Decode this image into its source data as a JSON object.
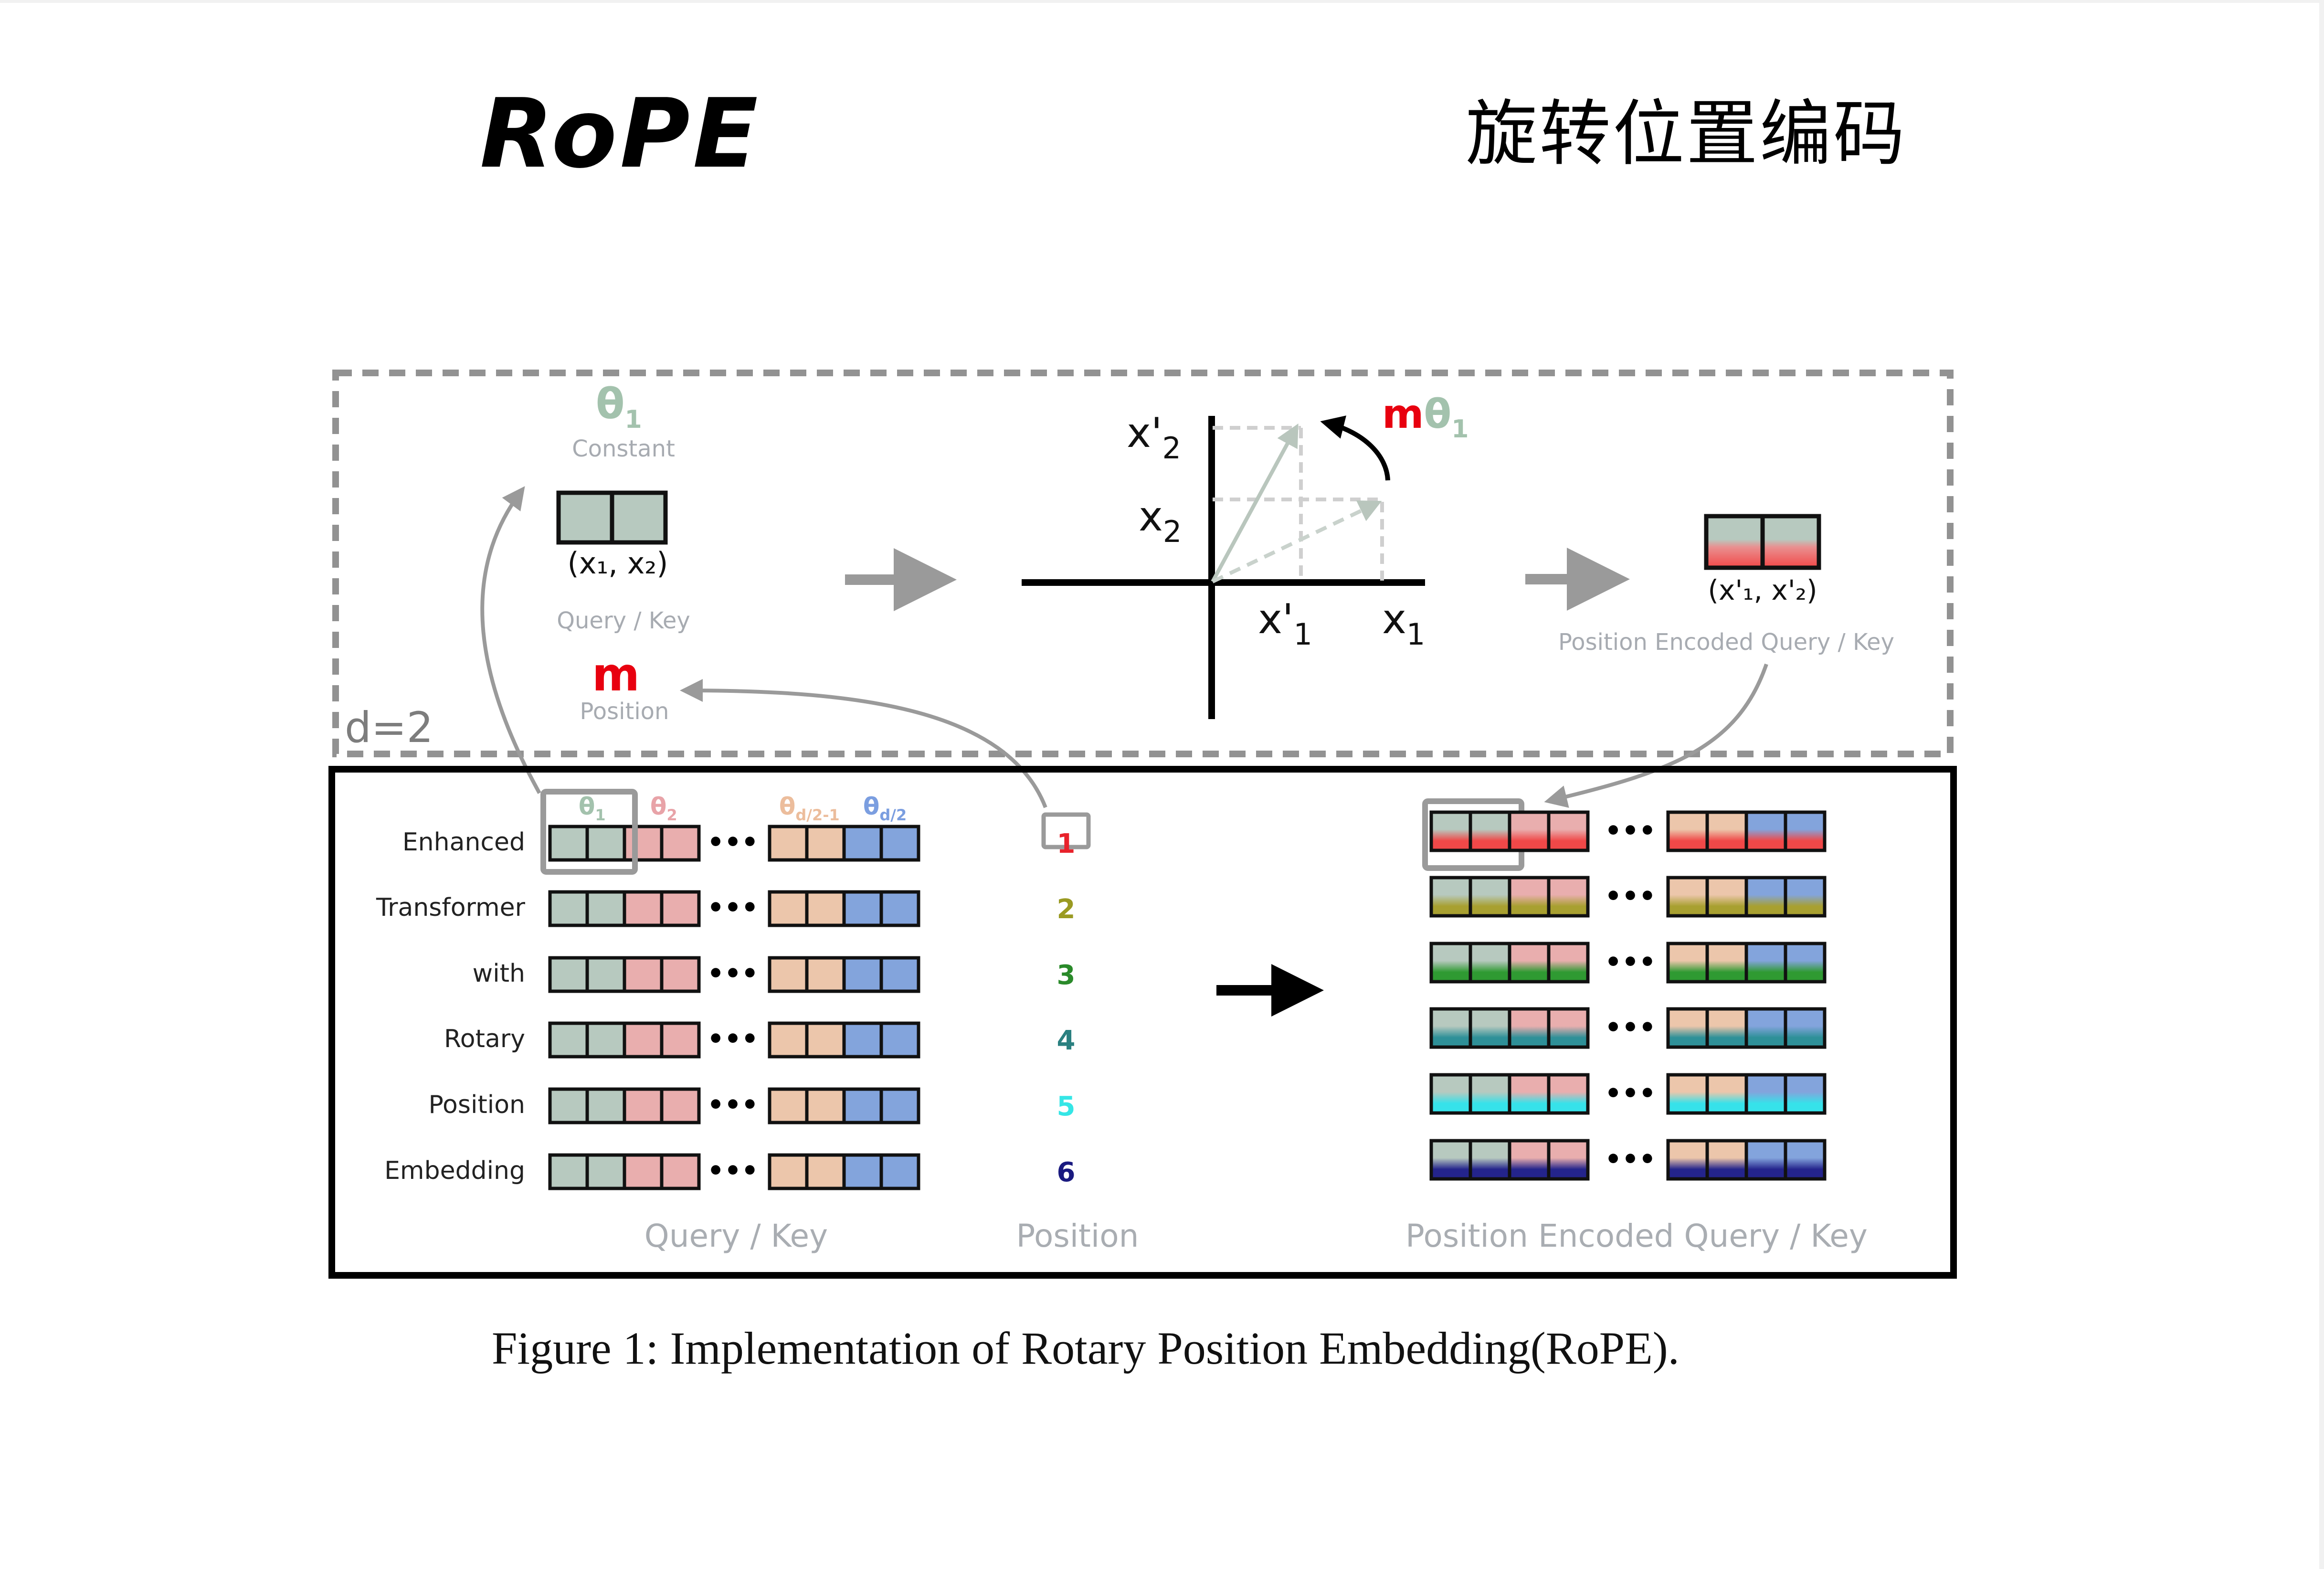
{
  "header": {
    "title_en": "RoPE",
    "title_zh": "旋转位置编码"
  },
  "figure": {
    "caption": "Figure 1: Implementation of Rotary Position Embedding(RoPE).",
    "top_panel": {
      "dimension_label": "d=2",
      "theta_symbol": "θ",
      "theta_subscript": "1",
      "constant_label": "Constant",
      "input_vector_label": "(x₁, x₂)",
      "query_key_label": "Query / Key",
      "position_symbol": "m",
      "position_label": "Position",
      "rotation_label_m": "m",
      "rotation_label_theta": "θ",
      "rotation_label_sub": "1",
      "axis_labels": {
        "x2_prime": "x'",
        "x2_prime_sub": "2",
        "x2": "x",
        "x2_sub": "2",
        "x1_prime": "x'",
        "x1_prime_sub": "1",
        "x1": "x",
        "x1_sub": "1"
      },
      "output_vector_label": "(x'₁, x'₂)",
      "output_label": "Position Encoded Query / Key"
    },
    "bottom_panel": {
      "row_labels": [
        "Enhanced",
        "Transformer",
        "with",
        "Rotary",
        "Position",
        "Embedding"
      ],
      "theta_headers": [
        {
          "symbol": "θ",
          "sub": "1",
          "color": "#a3c2ad"
        },
        {
          "symbol": "θ",
          "sub": "2",
          "color": "#e8a3a8"
        },
        {
          "symbol": "θ",
          "sub": "d/2-1",
          "color": "#ecbd9c"
        },
        {
          "symbol": "θ",
          "sub": "d/2",
          "color": "#7b9ee0"
        }
      ],
      "ellipsis": "•••",
      "positions": [
        {
          "value": "1",
          "color": "#e8222b"
        },
        {
          "value": "2",
          "color": "#9a9a22"
        },
        {
          "value": "3",
          "color": "#2a8a2a"
        },
        {
          "value": "4",
          "color": "#2a8080"
        },
        {
          "value": "5",
          "color": "#35e6e6"
        },
        {
          "value": "6",
          "color": "#1a1a80"
        }
      ],
      "query_key_caption": "Query / Key",
      "position_caption": "Position",
      "encoded_caption": "Position Encoded Query / Key"
    },
    "colors": {
      "pair_colors": [
        "#b7c9bf",
        "#e9aeae",
        "#ecc6ab",
        "#83a4dc"
      ],
      "position_tint_colors": [
        "#f04848",
        "#a8a030",
        "#2f9a32",
        "#2e9098",
        "#36e2ea",
        "#24248c"
      ],
      "position_symbol_color": "#e8000f",
      "theta_green": "#a3c2ad"
    }
  }
}
